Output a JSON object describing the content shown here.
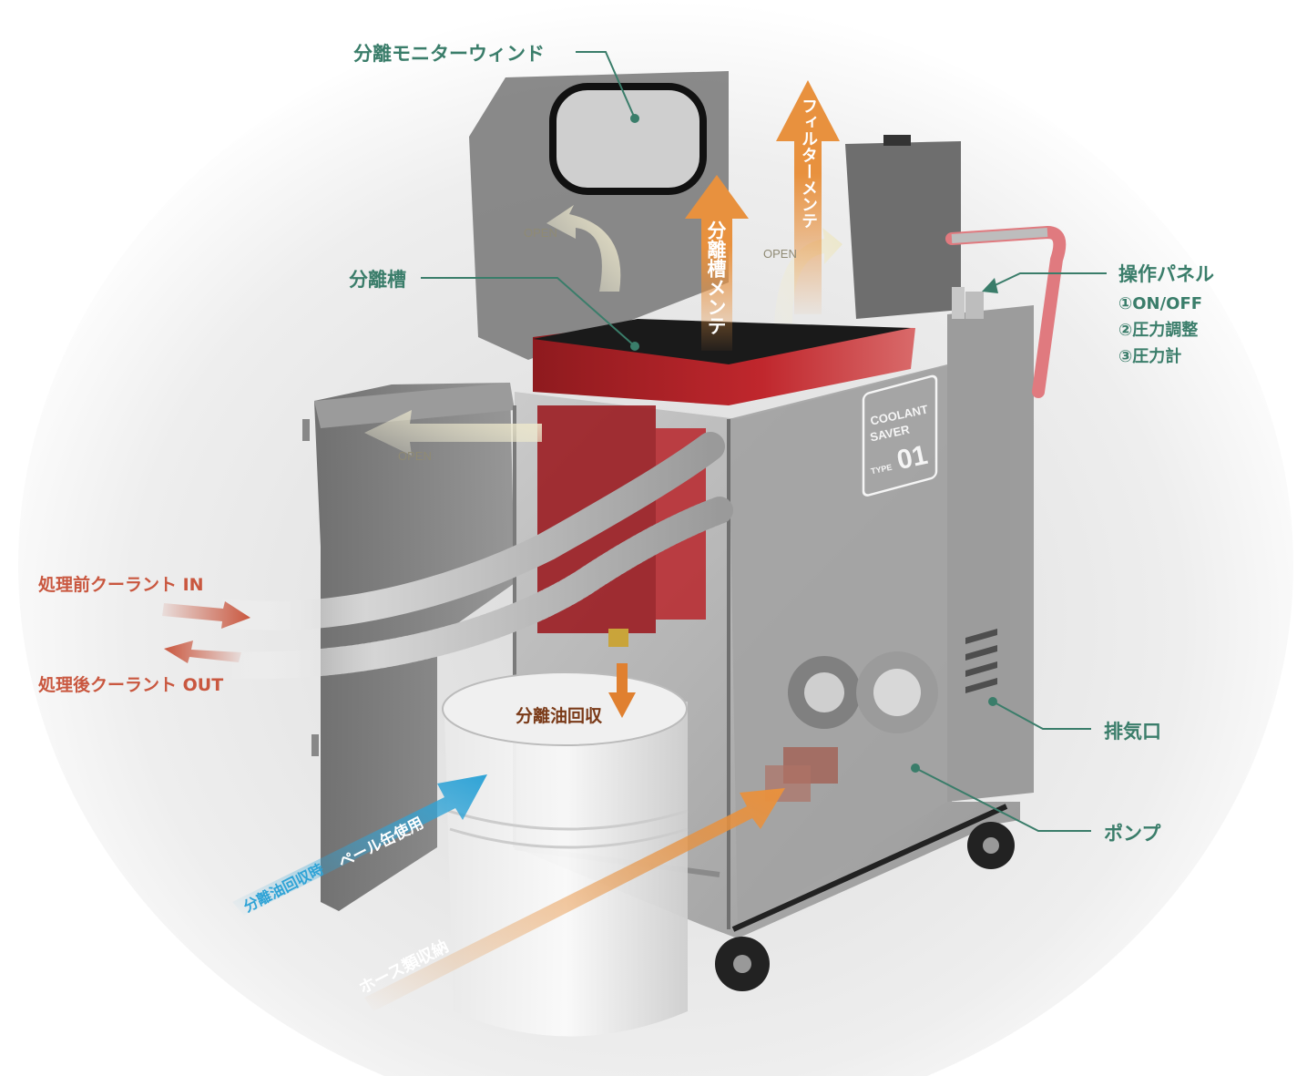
{
  "labels": {
    "monitor_window": "分離モニターウィンド",
    "separation_tank": "分離槽",
    "operation_panel": "操作パネル",
    "panel_items": [
      "①ON/OFF",
      "②圧力調整",
      "③圧力計"
    ],
    "exhaust": "排気口",
    "pump": "ポンプ",
    "coolant_in": "処理前クーラント IN",
    "coolant_out": "処理後クーラント OUT",
    "oil_recovery": "分離油回収",
    "pail_use_prefix": "分離油回収時",
    "pail_use": "ペール缶使用",
    "hose_storage": "ホース類収納",
    "tank_maintenance": "分離槽メンテ",
    "filter_maintenance": "フィルターメンテ",
    "open_top": "OPEN",
    "open_right": "OPEN",
    "open_left": "OPEN"
  },
  "machine_badge": {
    "line1": "COOLANT",
    "line2": "SAVER",
    "type": "TYPE",
    "number": "01"
  },
  "colors": {
    "label_green": "#3a7d6a",
    "label_red": "#c9573f",
    "arrow_orange": "#e8913e",
    "arrow_blue": "#2fa3d6",
    "tank_red": "#b3252a",
    "body_gray": "#a9a9a9"
  }
}
